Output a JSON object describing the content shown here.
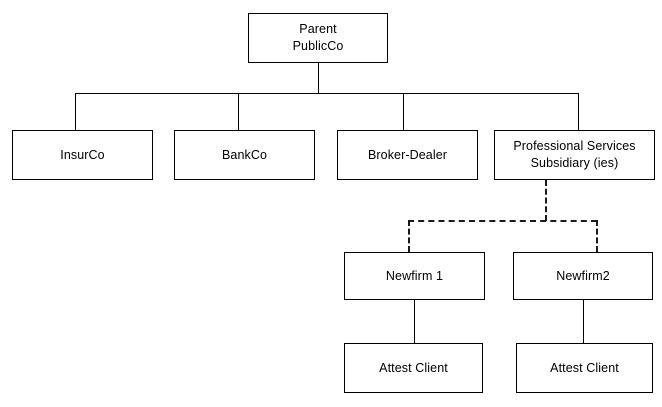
{
  "diagram": {
    "type": "organizational-structure-chart",
    "title": "Parent PublicCo corporate structure",
    "line_color": "#000000",
    "dashed_line_color": "#1a1a1a",
    "box_fill": "#ffffff",
    "background": "#ffffff",
    "nodes": {
      "parent": {
        "label": "Parent\nPublicCo"
      },
      "insurco": {
        "label": "InsurCo"
      },
      "bankco": {
        "label": "BankCo"
      },
      "broker_dealer": {
        "label": "Broker-Dealer"
      },
      "professional_services": {
        "label": "Professional Services\nSubsidiary (ies)"
      },
      "newfirm1": {
        "label": "Newfirm 1"
      },
      "newfirm2": {
        "label": "Newfirm2"
      },
      "attest_client_left": {
        "label": "Attest Client"
      },
      "attest_client_right": {
        "label": "Attest Client"
      }
    },
    "edges": [
      {
        "from": "parent",
        "to": "insurco",
        "style": "solid"
      },
      {
        "from": "parent",
        "to": "bankco",
        "style": "solid"
      },
      {
        "from": "parent",
        "to": "broker_dealer",
        "style": "solid"
      },
      {
        "from": "parent",
        "to": "professional_services",
        "style": "solid"
      },
      {
        "from": "professional_services",
        "to": "newfirm1",
        "style": "dashed"
      },
      {
        "from": "professional_services",
        "to": "newfirm2",
        "style": "dashed"
      },
      {
        "from": "newfirm1",
        "to": "attest_client_left",
        "style": "solid"
      },
      {
        "from": "newfirm2",
        "to": "attest_client_right",
        "style": "solid"
      }
    ]
  }
}
